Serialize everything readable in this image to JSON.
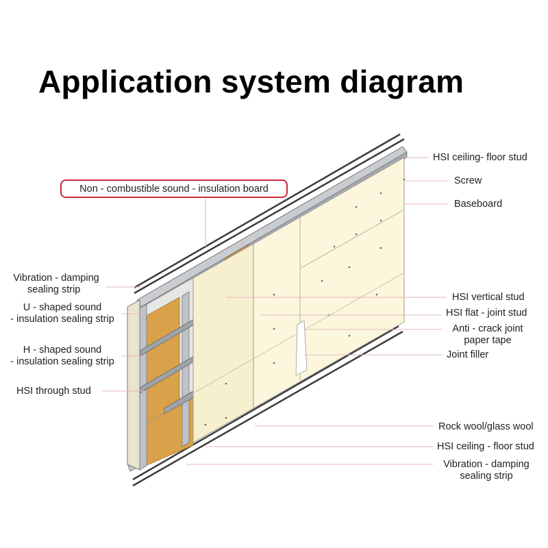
{
  "title": "Application system diagram",
  "highlight_label": "Non - combustible sound - insulation board",
  "left_labels": {
    "vibration_top_1": "Vibration - damping",
    "vibration_top_2": "sealing strip",
    "u_shaped_1": "U - shaped sound",
    "u_shaped_2": "- insulation sealing strip",
    "h_shaped_1": "H - shaped sound",
    "h_shaped_2": "- insulation sealing strip",
    "through_stud": "HSI through stud"
  },
  "right_labels": {
    "ceiling_floor_stud_top": "HSI ceiling- floor stud",
    "screw": "Screw",
    "baseboard": "Baseboard",
    "vertical_stud": "HSI vertical stud",
    "flat_joint_stud": "HSI flat - joint stud",
    "anti_crack_1": "Anti - crack joint",
    "anti_crack_2": "paper tape",
    "joint_filler": "Joint filler",
    "rock_wool": "Rock wool/glass wool",
    "ceiling_floor_stud_bottom": "HSI ceiling - floor stud",
    "vibration_bottom_1": "Vibration - damping",
    "vibration_bottom_2": "sealing strip"
  },
  "colors": {
    "board": "#fbf6dc",
    "wool": "#d9a24a",
    "metal": "#c9ccd0",
    "leader": "#e3b9b9",
    "highlight": "#c8283a"
  }
}
